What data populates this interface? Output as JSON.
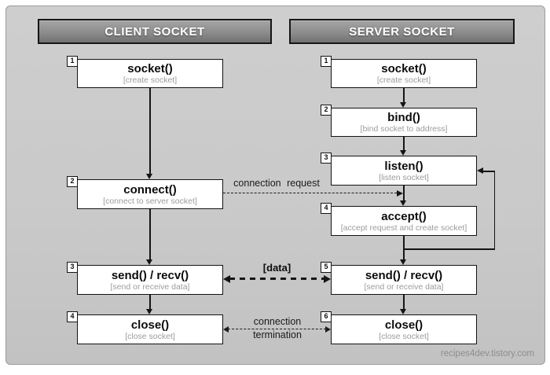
{
  "watermark": "recipes4dev.tistory.com",
  "client": {
    "header": "CLIENT SOCKET",
    "steps": [
      {
        "num": "1",
        "title": "socket()",
        "subtitle": "[create socket]"
      },
      {
        "num": "2",
        "title": "connect()",
        "subtitle": "[connect to server socket]"
      },
      {
        "num": "3",
        "title": "send() / recv()",
        "subtitle": "[send or receive data]"
      },
      {
        "num": "4",
        "title": "close()",
        "subtitle": "[close socket]"
      }
    ]
  },
  "server": {
    "header": "SERVER SOCKET",
    "steps": [
      {
        "num": "1",
        "title": "socket()",
        "subtitle": "[create socket]"
      },
      {
        "num": "2",
        "title": "bind()",
        "subtitle": "[bind socket to address]"
      },
      {
        "num": "3",
        "title": "listen()",
        "subtitle": "[listen socket]"
      },
      {
        "num": "4",
        "title": "accept()",
        "subtitle": "[accept request and create socket]"
      },
      {
        "num": "5",
        "title": "send() / recv()",
        "subtitle": "[send or receive data]"
      },
      {
        "num": "6",
        "title": "close()",
        "subtitle": "[close socket]"
      }
    ]
  },
  "connectors": {
    "request_label": "connection request",
    "data_label": "[data]",
    "termination_label_line1": "connection",
    "termination_label_line2": "termination"
  },
  "colors": {
    "panel_bg": "#c9c9c9",
    "header_gradient_top": "#a5a5a5",
    "header_gradient_bottom": "#717171",
    "box_border": "#131313",
    "subtitle_text": "#9c9c9c",
    "arrow": "#151515",
    "watermark_text": "#8d8d8d"
  }
}
